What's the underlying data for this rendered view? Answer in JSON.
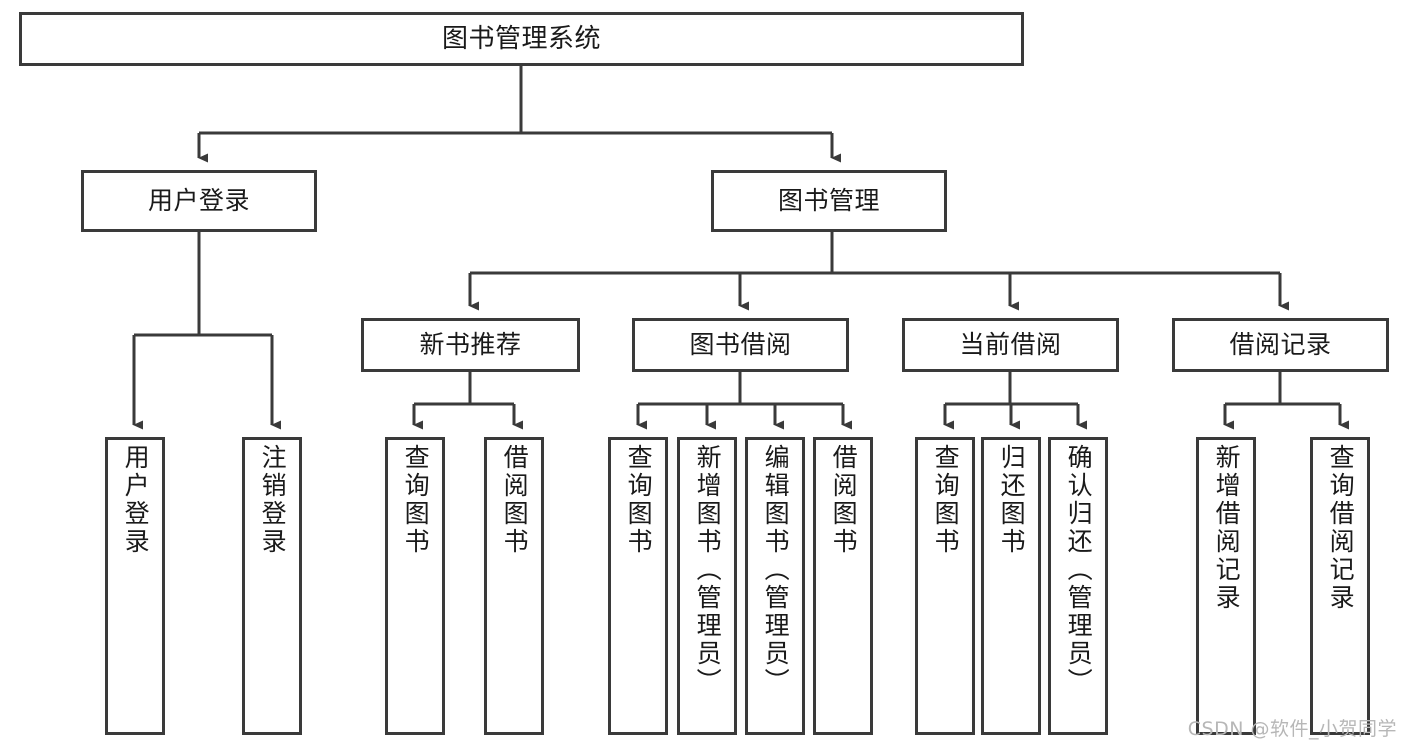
{
  "diagram": {
    "title": "图书管理系统",
    "type": "hierarchy-tree",
    "levels": 4,
    "nodes": {
      "root": {
        "label": "图书管理系统"
      },
      "level2": [
        {
          "id": "user-login",
          "label": "用户登录"
        },
        {
          "id": "book-management",
          "label": "图书管理"
        }
      ],
      "level3": [
        {
          "id": "new-book-recommend",
          "label": "新书推荐",
          "parent": "book-management"
        },
        {
          "id": "book-borrow",
          "label": "图书借阅",
          "parent": "book-management"
        },
        {
          "id": "current-borrow",
          "label": "当前借阅",
          "parent": "book-management"
        },
        {
          "id": "borrow-record",
          "label": "借阅记录",
          "parent": "book-management"
        }
      ],
      "leaves": [
        {
          "id": "leaf-user-login",
          "label": "用户登录",
          "parent": "user-login"
        },
        {
          "id": "leaf-logout-login",
          "label": "注销登录",
          "parent": "user-login"
        },
        {
          "id": "leaf-query-book-1",
          "label": "查询图书",
          "parent": "new-book-recommend"
        },
        {
          "id": "leaf-borrow-book-1",
          "label": "借阅图书",
          "parent": "new-book-recommend"
        },
        {
          "id": "leaf-query-book-2",
          "label": "查询图书",
          "parent": "book-borrow"
        },
        {
          "id": "leaf-add-book",
          "label": "新增图书（管理员）",
          "parent": "book-borrow"
        },
        {
          "id": "leaf-edit-book",
          "label": "编辑图书（管理员）",
          "parent": "book-borrow"
        },
        {
          "id": "leaf-borrow-book-2",
          "label": "借阅图书",
          "parent": "book-borrow"
        },
        {
          "id": "leaf-query-book-3",
          "label": "查询图书",
          "parent": "current-borrow"
        },
        {
          "id": "leaf-return-book",
          "label": "归还图书",
          "parent": "current-borrow"
        },
        {
          "id": "leaf-confirm-return",
          "label": "确认归还（管理员）",
          "parent": "current-borrow"
        },
        {
          "id": "leaf-add-record",
          "label": "新增借阅记录",
          "parent": "borrow-record"
        },
        {
          "id": "leaf-query-record",
          "label": "查询借阅记录",
          "parent": "borrow-record"
        }
      ]
    },
    "colors": {
      "stroke": "#3a3a3a",
      "fill": "#ffffff",
      "text": "#1a1a1a",
      "watermark": "#b7b7b7"
    }
  },
  "watermark": {
    "text": "CSDN @软件_小贺同学"
  }
}
